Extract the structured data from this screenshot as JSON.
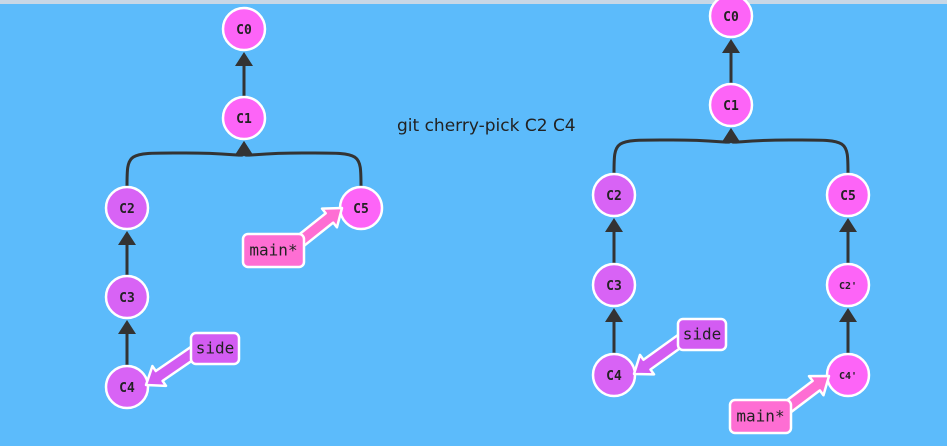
{
  "command": "git cherry-pick C2 C4",
  "colors": {
    "background": "#5cbbfb",
    "main_commit": "#fd64f7",
    "side_commit": "#d863f5",
    "main_ref": "#fe6ed3",
    "side_ref": "#d35cf2",
    "edge": "#333333"
  },
  "before": {
    "commits": [
      {
        "id": "C0",
        "label": "C0",
        "branch": "main"
      },
      {
        "id": "C1",
        "label": "C1",
        "branch": "main"
      },
      {
        "id": "C2",
        "label": "C2",
        "branch": "side"
      },
      {
        "id": "C3",
        "label": "C3",
        "branch": "side"
      },
      {
        "id": "C4",
        "label": "C4",
        "branch": "side"
      },
      {
        "id": "C5",
        "label": "C5",
        "branch": "main"
      }
    ],
    "edges": [
      [
        "C1",
        "C0"
      ],
      [
        "C2",
        "C1"
      ],
      [
        "C5",
        "C1"
      ],
      [
        "C3",
        "C2"
      ],
      [
        "C4",
        "C3"
      ]
    ],
    "refs": [
      {
        "label": "side",
        "target": "C4",
        "branch": "side"
      },
      {
        "label": "main*",
        "target": "C5",
        "branch": "main"
      }
    ]
  },
  "after": {
    "commits": [
      {
        "id": "C0",
        "label": "C0",
        "branch": "main"
      },
      {
        "id": "C1",
        "label": "C1",
        "branch": "main"
      },
      {
        "id": "C2",
        "label": "C2",
        "branch": "side"
      },
      {
        "id": "C3",
        "label": "C3",
        "branch": "side"
      },
      {
        "id": "C4",
        "label": "C4",
        "branch": "side"
      },
      {
        "id": "C5",
        "label": "C5",
        "branch": "main"
      },
      {
        "id": "C2p",
        "label": "C2'",
        "branch": "main"
      },
      {
        "id": "C4p",
        "label": "C4'",
        "branch": "main"
      }
    ],
    "edges": [
      [
        "C1",
        "C0"
      ],
      [
        "C2",
        "C1"
      ],
      [
        "C5",
        "C1"
      ],
      [
        "C3",
        "C2"
      ],
      [
        "C4",
        "C3"
      ],
      [
        "C2p",
        "C5"
      ],
      [
        "C4p",
        "C2p"
      ]
    ],
    "refs": [
      {
        "label": "side",
        "target": "C4",
        "branch": "side"
      },
      {
        "label": "main*",
        "target": "C4p",
        "branch": "main"
      }
    ]
  }
}
